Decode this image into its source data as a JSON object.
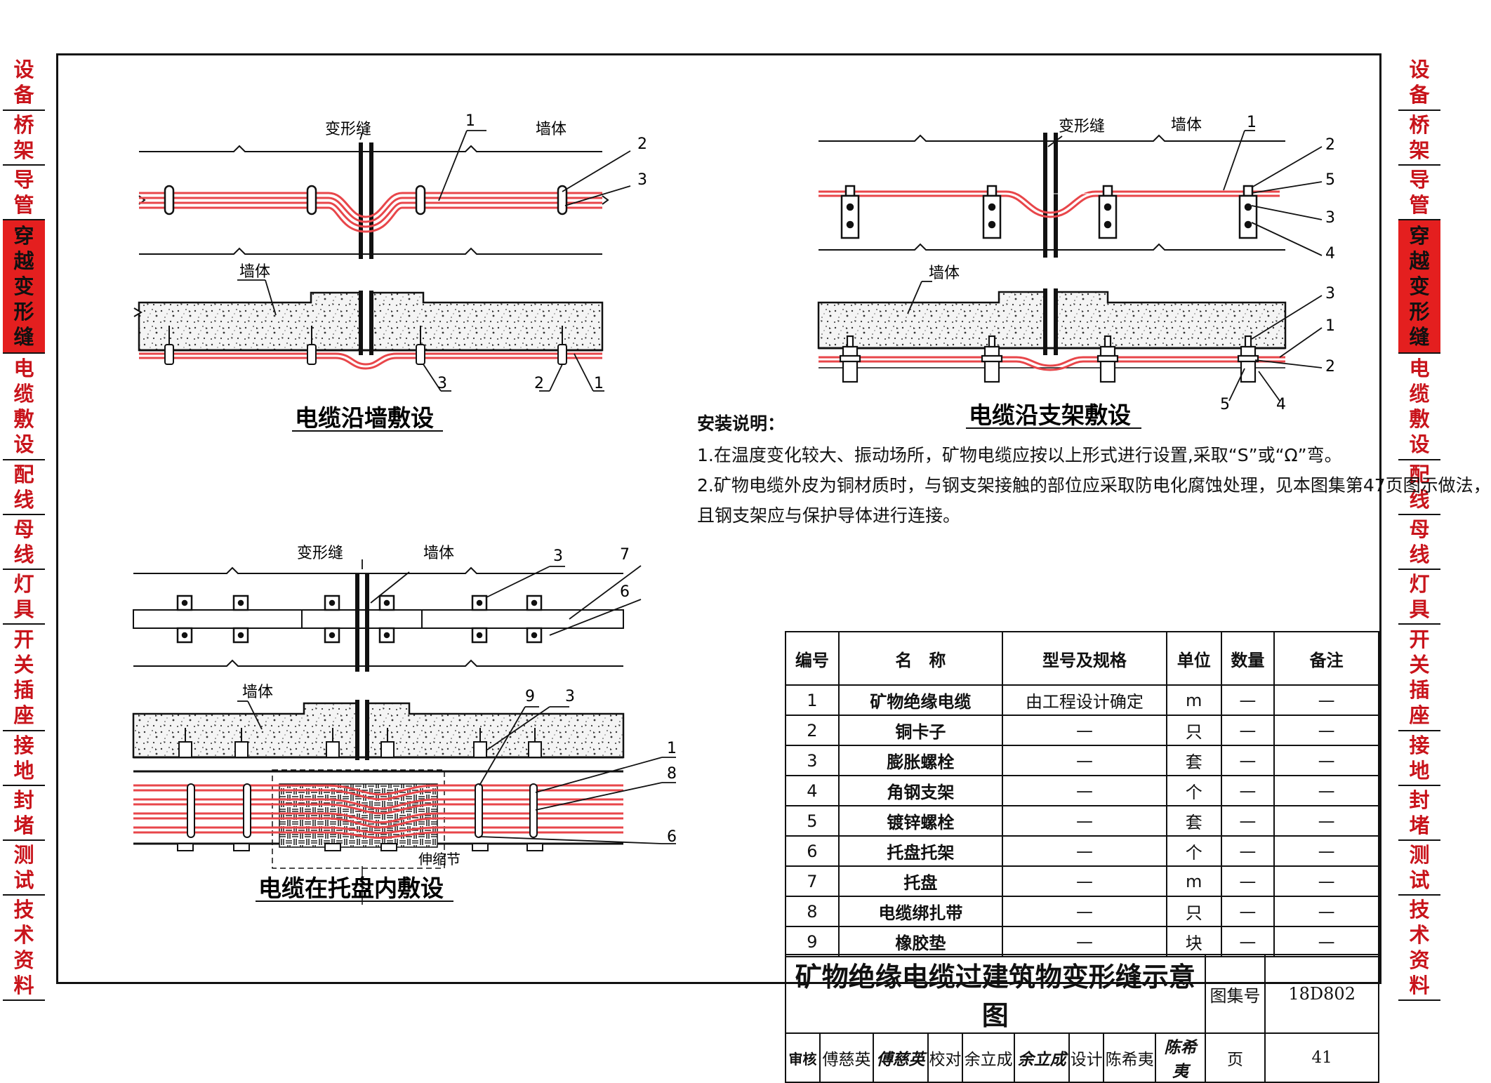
{
  "side_tabs": [
    {
      "text": "设备",
      "h": 78
    },
    {
      "text": "桥架",
      "h": 76
    },
    {
      "text": "导管",
      "h": 76
    },
    {
      "text": "穿越变形缝",
      "h": 188,
      "active": true
    },
    {
      "text": "电缆敷设",
      "h": 150
    },
    {
      "text": "配线",
      "h": 76
    },
    {
      "text": "母线",
      "h": 76
    },
    {
      "text": "灯具",
      "h": 76
    },
    {
      "text": "开关插座",
      "h": 150
    },
    {
      "text": "接地",
      "h": 76
    },
    {
      "text": "封堵",
      "h": 76
    },
    {
      "text": "测试",
      "h": 76
    },
    {
      "text": "技术资料",
      "h": 148
    }
  ],
  "diagrams": {
    "wall": {
      "caption": "电缆沿墙敷设",
      "joint_label": "变形缝",
      "wall_label_top": "墙体",
      "wall_label_section": "墙体",
      "callouts_top": [
        "1",
        "2",
        "3"
      ],
      "callouts_section": [
        "3",
        "2",
        "1"
      ]
    },
    "bracket": {
      "caption": "电缆沿支架敷设",
      "joint_label": "变形缝",
      "wall_label_top": "墙体",
      "wall_label_section": "墙体",
      "callouts_top": [
        "1",
        "2",
        "5",
        "3",
        "4"
      ],
      "callouts_section": [
        "3",
        "1",
        "2",
        "5",
        "4"
      ]
    },
    "tray": {
      "caption": "电缆在托盘内敷设",
      "joint_label": "变形缝",
      "wall_label_top": "墙体",
      "wall_label_section": "墙体",
      "expansion_label": "伸缩节",
      "callouts_top": [
        "3",
        "7",
        "6"
      ],
      "callouts_section": [
        "9",
        "3",
        "1",
        "8",
        "6"
      ]
    }
  },
  "notes": {
    "heading": "安装说明：",
    "line1": "1.在温度变化较大、振动场所，矿物电缆应按以上形式进行设置,采取“S”或“Ω”弯。",
    "line2": "2.矿物电缆外皮为铜材质时，与钢支架接触的部位应采取防电化腐蚀处理，见本图集第47页图示做法，",
    "line3": "且钢支架应与保护导体进行连接。"
  },
  "parts_table": {
    "headers": [
      "编号",
      "名　称",
      "型号及规格",
      "单位",
      "数量",
      "备注"
    ],
    "rows": [
      [
        "1",
        "矿物绝缘电缆",
        "由工程设计确定",
        "m",
        "—",
        "—"
      ],
      [
        "2",
        "铜卡子",
        "—",
        "只",
        "—",
        "—"
      ],
      [
        "3",
        "膨胀螺栓",
        "—",
        "套",
        "—",
        "—"
      ],
      [
        "4",
        "角钢支架",
        "—",
        "个",
        "—",
        "—"
      ],
      [
        "5",
        "镀锌螺栓",
        "—",
        "套",
        "—",
        "—"
      ],
      [
        "6",
        "托盘托架",
        "—",
        "个",
        "—",
        "—"
      ],
      [
        "7",
        "托盘",
        "—",
        "m",
        "—",
        "—"
      ],
      [
        "8",
        "电缆绑扎带",
        "—",
        "只",
        "—",
        "—"
      ],
      [
        "9",
        "橡胶垫",
        "—",
        "块",
        "—",
        "—"
      ]
    ]
  },
  "title_block": {
    "title": "矿物绝缘电缆过建筑物变形缝示意图",
    "atlas_label": "图集号",
    "atlas_no": "18D802",
    "review_label": "审核",
    "reviewer": "傅慈英",
    "reviewer_sig": "傅慈英",
    "check_label": "校对",
    "checker": "余立成",
    "checker_sig": "余立成",
    "design_label": "设计",
    "designer": "陈希夷",
    "designer_sig": "陈希夷",
    "page_label": "页",
    "page_no": "41"
  },
  "colors": {
    "cable": "#e8464a",
    "frame": "#111111",
    "active_tab": "#e41f1f",
    "tab_text": "#c8141b"
  }
}
